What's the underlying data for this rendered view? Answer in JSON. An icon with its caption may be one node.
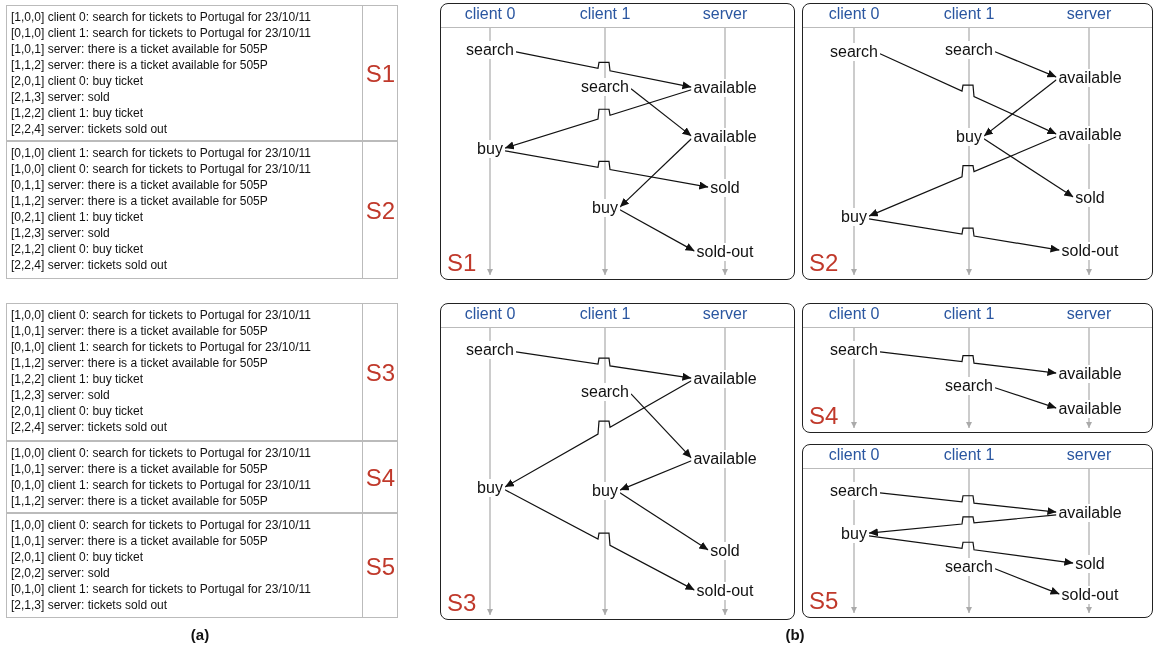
{
  "diagram": {
    "nodes": [
      {
        "text": [
          "client 0",
          "client 1",
          "server",
          "S1"
        ]
      },
      {
        "text": [
          "search"
        ],
        "in": 0
      },
      {
        "text": [
          "search"
        ],
        "in": 0
      },
      {
        "text": [
          "available"
        ],
        "in": 0
      },
      {
        "text": [
          "available"
        ],
        "in": 0
      },
      {
        "text": [
          "buy"
        ],
        "in": 0
      },
      {
        "text": [
          "sold"
        ],
        "in": 0
      },
      {
        "text": [
          "buy"
        ],
        "in": 0
      },
      {
        "text": [
          "sold-out"
        ],
        "in": 0
      },
      {
        "text": [
          "client 0",
          "client 1",
          "server",
          "S2"
        ]
      },
      {
        "text": [
          "search"
        ],
        "in": 9
      },
      {
        "text": [
          "search"
        ],
        "in": 9
      },
      {
        "text": [
          "available"
        ],
        "in": 9
      },
      {
        "text": [
          "buy"
        ],
        "in": 9
      },
      {
        "text": [
          "available"
        ],
        "in": 9
      },
      {
        "text": [
          "sold"
        ],
        "in": 9
      },
      {
        "text": [
          "buy"
        ],
        "in": 9
      },
      {
        "text": [
          "sold-out"
        ],
        "in": 9
      },
      {
        "text": [
          "client 0",
          "client 1",
          "server",
          "S3"
        ]
      },
      {
        "text": [
          "search"
        ],
        "in": 18
      },
      {
        "text": [
          "available"
        ],
        "in": 18
      },
      {
        "text": [
          "search"
        ],
        "in": 18
      },
      {
        "text": [
          "available"
        ],
        "in": 18
      },
      {
        "text": [
          "buy"
        ],
        "in": 18
      },
      {
        "text": [
          "buy"
        ],
        "in": 18
      },
      {
        "text": [
          "sold"
        ],
        "in": 18
      },
      {
        "text": [
          "sold-out"
        ],
        "in": 18
      },
      {
        "text": [
          "client 0",
          "client 1",
          "server",
          "S4"
        ]
      },
      {
        "text": [
          "search"
        ],
        "in": 27
      },
      {
        "text": [
          "available"
        ],
        "in": 27
      },
      {
        "text": [
          "search"
        ],
        "in": 27
      },
      {
        "text": [
          "available"
        ],
        "in": 27
      },
      {
        "text": [
          "client 0",
          "client 1",
          "server",
          "S5"
        ]
      },
      {
        "text": [
          "search"
        ],
        "in": 32
      },
      {
        "text": [
          "available"
        ],
        "in": 32
      },
      {
        "text": [
          "buy"
        ],
        "in": 32
      },
      {
        "text": [
          "sold"
        ],
        "in": 32
      },
      {
        "text": [
          "search"
        ],
        "in": 32
      },
      {
        "text": [
          "sold-out"
        ],
        "in": 32
      }
    ],
    "edges": [
      {
        "from": 1,
        "to": 3,
        "arrow": "to"
      },
      {
        "from": 2,
        "to": 4,
        "arrow": "to"
      },
      {
        "from": 3,
        "to": 5,
        "arrow": "to"
      },
      {
        "from": 5,
        "to": 6,
        "arrow": "to"
      },
      {
        "from": 4,
        "to": 7,
        "arrow": "to"
      },
      {
        "from": 7,
        "to": 8,
        "arrow": "to"
      },
      {
        "from": 10,
        "to": 14,
        "arrow": "to"
      },
      {
        "from": 11,
        "to": 12,
        "arrow": "to"
      },
      {
        "from": 12,
        "to": 13,
        "arrow": "to"
      },
      {
        "from": 13,
        "to": 15,
        "arrow": "to"
      },
      {
        "from": 14,
        "to": 16,
        "arrow": "to"
      },
      {
        "from": 16,
        "to": 17,
        "arrow": "to"
      },
      {
        "from": 19,
        "to": 20,
        "arrow": "to"
      },
      {
        "from": 21,
        "to": 22,
        "arrow": "to"
      },
      {
        "from": 20,
        "to": 23,
        "arrow": "to"
      },
      {
        "from": 22,
        "to": 24,
        "arrow": "to"
      },
      {
        "from": 24,
        "to": 25,
        "arrow": "to"
      },
      {
        "from": 23,
        "to": 26,
        "arrow": "to"
      },
      {
        "from": 28,
        "to": 29,
        "arrow": "to"
      },
      {
        "from": 30,
        "to": 31,
        "arrow": "to"
      },
      {
        "from": 33,
        "to": 34,
        "arrow": "to"
      },
      {
        "from": 34,
        "to": 35,
        "arrow": "to"
      },
      {
        "from": 35,
        "to": 36,
        "arrow": "to"
      },
      {
        "from": 37,
        "to": 38,
        "arrow": "to"
      }
    ],
    "labels": [
      "[1,0,0] client 0: search for tickets to Portugal for 23/10/11",
      "[0,1,0] client 1: search for tickets to Portugal for 23/10/11",
      "[1,0,1] server: there is a ticket available for 505P",
      "[1,1,2] server: there is a ticket available for 505P",
      "[2,0,1] client 0: buy ticket",
      "[2,1,3] server: sold",
      "[1,2,2] client 1: buy ticket",
      "[2,2,4] server: tickets sold out",
      "S1",
      "[0,1,0] client 1: search for tickets to Portugal for 23/10/11",
      "[1,0,0] client 0: search for tickets to Portugal for 23/10/11",
      "[0,1,1] server: there is a ticket available for 505P",
      "[1,1,2] server: there is a ticket available for 505P",
      "[0,2,1] client 1: buy ticket",
      "[1,2,3] server: sold",
      "[2,1,2] client 0: buy ticket",
      "[2,2,4] server: tickets sold out",
      "S2",
      "[1,0,0] client 0: search for tickets to Portugal for 23/10/11",
      "[1,0,1] server: there is a ticket available for 505P",
      "[0,1,0] client 1: search for tickets to Portugal for 23/10/11",
      "[1,1,2] server: there is a ticket available for 505P",
      "[1,2,2] client 1: buy ticket",
      "[1,2,3] server: sold",
      "[2,0,1] client 0: buy ticket",
      "[2,2,4] server: tickets sold out",
      "S3",
      "[1,0,0] client 0: search for tickets to Portugal for 23/10/11",
      "[1,0,1] server: there is a ticket available for 505P",
      "[0,1,0] client 1: search for tickets to Portugal for 23/10/11",
      "[1,1,2] server: there is a ticket available for 505P",
      "S4",
      "[1,0,0] client 0: search for tickets to Portugal for 23/10/11",
      "[1,0,1] server: there is a ticket available for 505P",
      "[2,0,1] client 0: buy ticket",
      "[2,0,2] server: sold",
      "[0,1,0] client 1: search for tickets to Portugal for 23/10/11",
      "[2,1,3] server: tickets sold out",
      "S5",
      "(a)",
      "(b)"
    ]
  }
}
